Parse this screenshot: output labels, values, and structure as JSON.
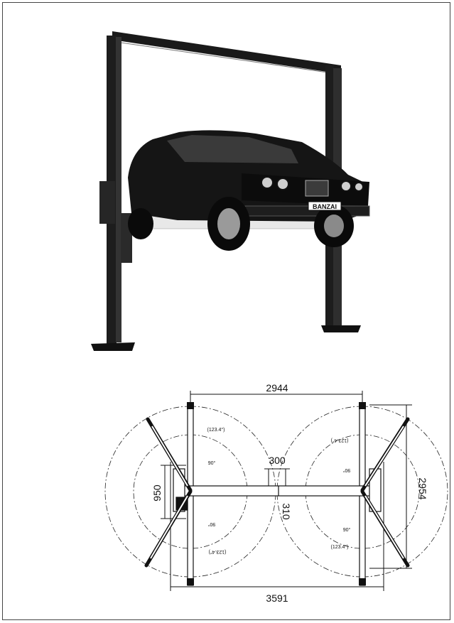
{
  "photo": {
    "plate_text": "BANZAI"
  },
  "plan": {
    "dim_top_width": "2944",
    "dim_bottom_width": "3591",
    "dim_right_height": "2954",
    "dim_left_height": "950",
    "dim_center_top": "300",
    "dim_center_side": "310",
    "angle_label": "90°",
    "swing_label": "(123.4°)"
  }
}
